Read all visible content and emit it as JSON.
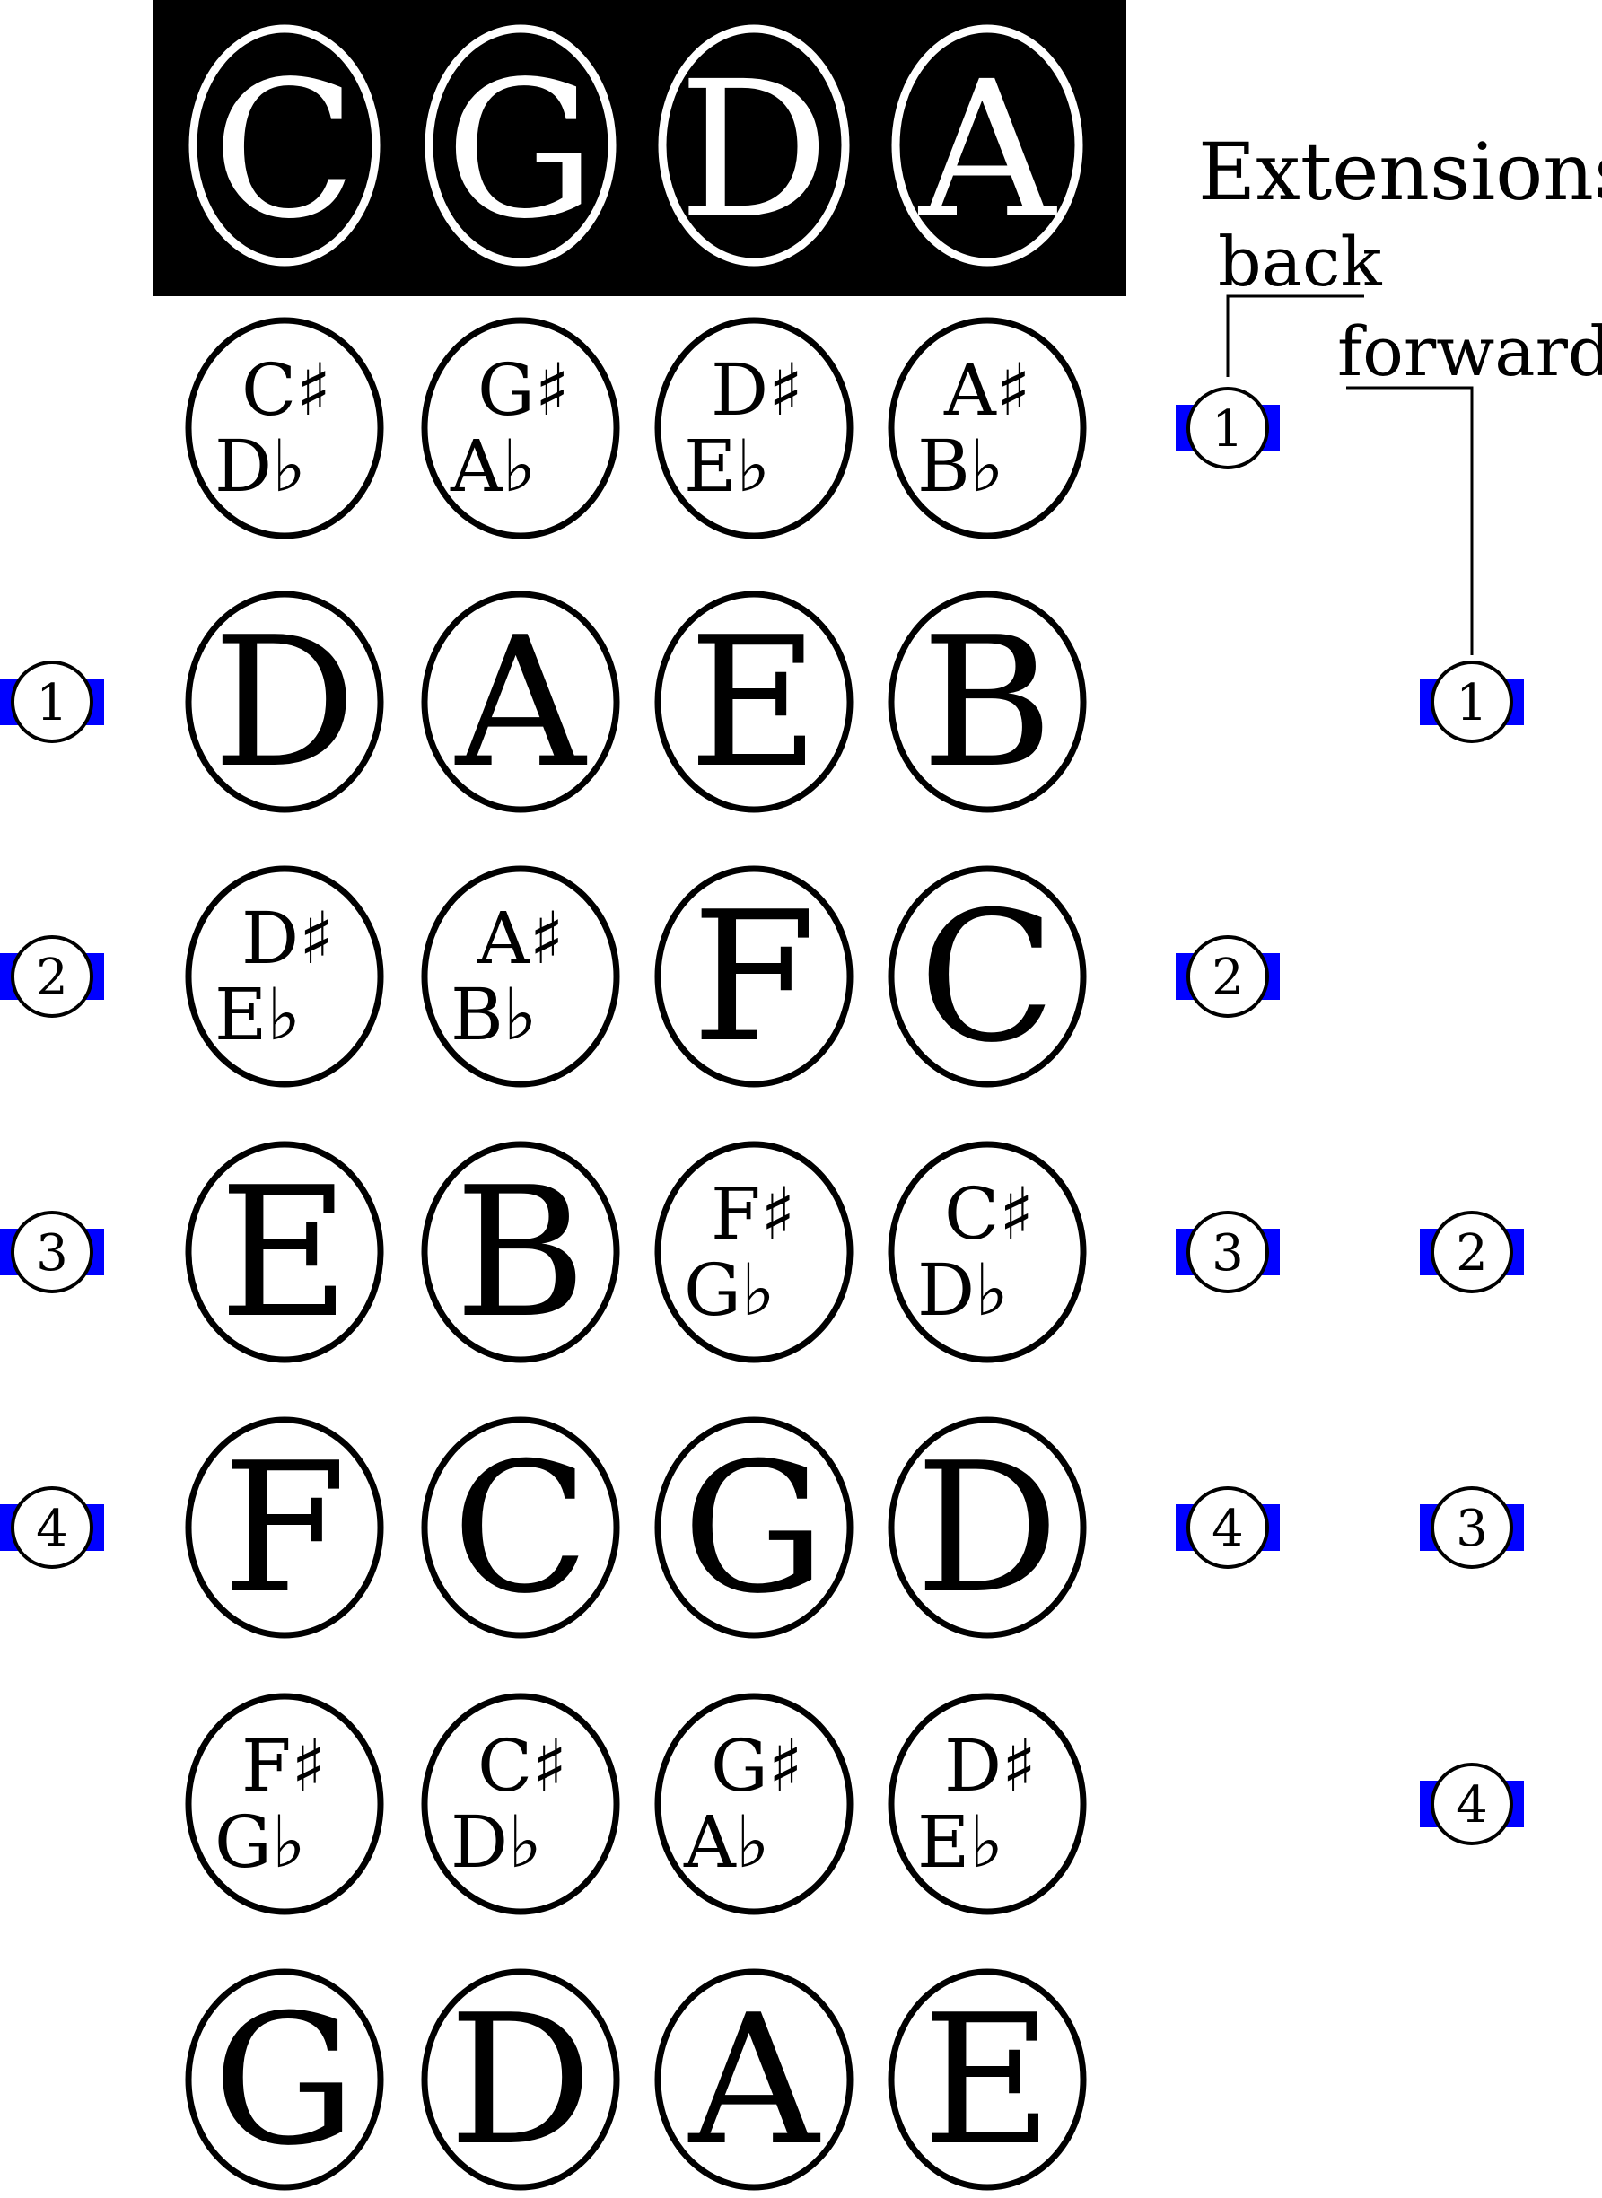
{
  "open_strings": [
    "C",
    "G",
    "D",
    "A"
  ],
  "fingerboard_rows": [
    [
      "C♯|D♭",
      "G♯|A♭",
      "D♯|E♭",
      "A♯|B♭"
    ],
    [
      "D",
      "A",
      "E",
      "B"
    ],
    [
      "D♯|E♭",
      "A♯|B♭",
      "F",
      "C"
    ],
    [
      "E",
      "B",
      "F♯|G♭",
      "C♯|D♭"
    ],
    [
      "F",
      "C",
      "G",
      "D"
    ],
    [
      "F♯|G♭",
      "C♯|D♭",
      "G♯|A♭",
      "D♯|E♭"
    ],
    [
      "G",
      "D",
      "A",
      "E"
    ]
  ],
  "labels": {
    "extensions": "Extensions:",
    "back": "back",
    "forward": "forward"
  },
  "finger_markers": {
    "left": [
      "1",
      "2",
      "3",
      "4"
    ],
    "back": [
      "1",
      "2",
      "3",
      "4"
    ],
    "forward": [
      "1",
      "2",
      "3",
      "4"
    ]
  },
  "colors": {
    "header_background": "#000000",
    "marker_accent": "#0000ff",
    "ink": "#000000",
    "paper": "#ffffff"
  }
}
